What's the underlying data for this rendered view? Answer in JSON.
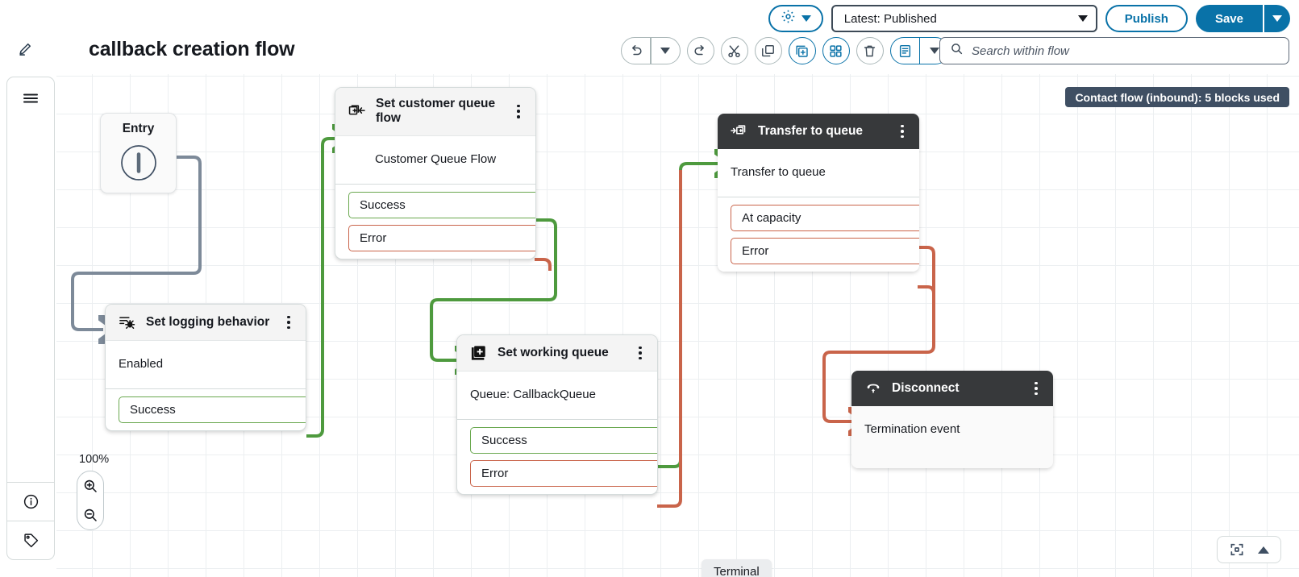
{
  "topbar": {
    "settings_icon": "gear-icon",
    "settings_caret": "chevron-down-icon",
    "version_value": "Latest: Published",
    "publish_label": "Publish",
    "save_label": "Save",
    "save_caret": "chevron-down-icon"
  },
  "header": {
    "edit_icon": "pencil-icon",
    "title": "callback creation flow",
    "search_placeholder": "Search within flow",
    "search_icon": "search-icon",
    "tools": [
      {
        "name": "undo-button",
        "icon": "undo-icon"
      },
      {
        "name": "undo-dropdown",
        "icon": "chevron-down-icon"
      },
      {
        "name": "redo-button",
        "icon": "redo-icon"
      },
      {
        "name": "cut-button",
        "icon": "scissors-icon"
      },
      {
        "name": "copy-button",
        "icon": "copy-icon"
      },
      {
        "name": "paste-button",
        "icon": "paste-plus-icon"
      },
      {
        "name": "grid-button",
        "icon": "grid-icon"
      },
      {
        "name": "delete-button",
        "icon": "trash-icon"
      },
      {
        "name": "notes-button",
        "icon": "document-icon"
      },
      {
        "name": "notes-dropdown",
        "icon": "chevron-down-icon"
      }
    ]
  },
  "rail": {
    "menu_icon": "hamburger-menu-icon",
    "info_icon": "info-circle-icon",
    "tag_icon": "tag-icon"
  },
  "canvas": {
    "badge": "Contact flow (inbound): 5 blocks used",
    "zoom_level": "100%",
    "zoom_in_icon": "zoom-in-icon",
    "zoom_out_icon": "zoom-out-icon",
    "fit_icon": "fit-to-screen-icon",
    "expand_icon": "triangle-up-icon",
    "terminal_chip": "Terminal"
  },
  "nodes": {
    "entry": {
      "label": "Entry"
    },
    "set_customer_queue_flow": {
      "title": "Set customer queue flow",
      "icon": "set-queue-flow-icon",
      "body": "Customer Queue Flow",
      "ports": [
        {
          "label": "Success",
          "type": "success"
        },
        {
          "label": "Error",
          "type": "error"
        }
      ]
    },
    "set_logging_behavior": {
      "title": "Set logging behavior",
      "icon": "logging-bug-icon",
      "body": "Enabled",
      "ports": [
        {
          "label": "Success",
          "type": "success"
        }
      ]
    },
    "set_working_queue": {
      "title": "Set working queue",
      "icon": "set-working-queue-icon",
      "body": "Queue: CallbackQueue",
      "ports": [
        {
          "label": "Success",
          "type": "success"
        },
        {
          "label": "Error",
          "type": "error"
        }
      ]
    },
    "transfer_to_queue": {
      "title": "Transfer to queue",
      "icon": "transfer-queue-icon",
      "body": "Transfer to queue",
      "ports": [
        {
          "label": "At capacity",
          "type": "error"
        },
        {
          "label": "Error",
          "type": "error"
        }
      ]
    },
    "disconnect": {
      "title": "Disconnect",
      "icon": "phone-hangup-icon",
      "body": "Termination event",
      "ports": []
    }
  },
  "colors": {
    "accent": "#0972a8",
    "success_edge": "#4e9a3e",
    "error_edge": "#c9644a",
    "entry_edge": "#7d8a99",
    "dark_header": "#37393b",
    "badge_bg": "#3f4f63"
  }
}
